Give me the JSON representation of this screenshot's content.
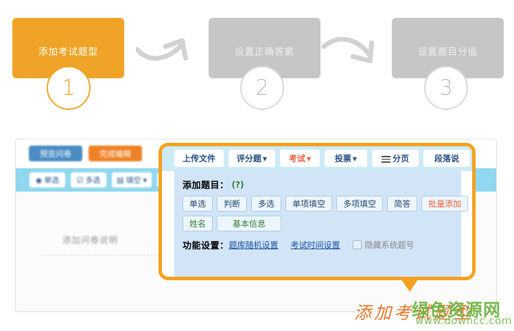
{
  "steps": [
    {
      "label": "添加考试题型",
      "number": "1",
      "state": "active"
    },
    {
      "label": "设置正确答案",
      "number": "2",
      "state": "inactive"
    },
    {
      "label": "设置题目分值",
      "number": "3",
      "state": "inactive"
    }
  ],
  "app": {
    "topbar": {
      "preview_label": "预览问卷",
      "finish_label": "完成编辑"
    },
    "toolbar": [
      {
        "label": "单选",
        "icon": "radio-icon"
      },
      {
        "label": "多选",
        "icon": "checkbox-icon"
      },
      {
        "label": "填空",
        "icon": "blank-icon"
      },
      {
        "label": "",
        "icon": "more-icon"
      }
    ],
    "body": {
      "description_placeholder": "添加问卷说明"
    }
  },
  "highlight": {
    "tabs": [
      {
        "label": "上传文件",
        "active": false,
        "caret": false,
        "icon": null
      },
      {
        "label": "评分题",
        "active": false,
        "caret": true,
        "icon": null
      },
      {
        "label": "考试",
        "active": true,
        "caret": true,
        "icon": null
      },
      {
        "label": "投票",
        "active": false,
        "caret": true,
        "icon": null
      },
      {
        "label": "分页",
        "active": false,
        "caret": false,
        "icon": "pagebreak-icon"
      },
      {
        "label": "段落说",
        "active": false,
        "caret": false,
        "icon": null
      }
    ],
    "add_question": {
      "title": "添加题目：",
      "hint": "(?)",
      "row1": [
        {
          "label": "单选",
          "style": "normal"
        },
        {
          "label": "判断",
          "style": "normal"
        },
        {
          "label": "多选",
          "style": "normal"
        },
        {
          "label": "单项填空",
          "style": "normal"
        },
        {
          "label": "多项填空",
          "style": "normal"
        },
        {
          "label": "简答",
          "style": "normal"
        },
        {
          "label": "批量添加",
          "style": "warn"
        }
      ],
      "row2": [
        {
          "label": "姓名",
          "style": "green"
        },
        {
          "label": "基本信息",
          "style": "green-wide"
        }
      ]
    },
    "function_settings": {
      "title": "功能设置：",
      "links": [
        "题库随机设置",
        "考试时间设置"
      ],
      "checkbox": {
        "label": "隐藏系统题号",
        "checked": false
      }
    }
  },
  "caption": "添加考试题型",
  "watermark": {
    "name": "绿色资源网",
    "url": "www.downcc.com"
  },
  "colors": {
    "accent_orange": "#efa427",
    "highlight_border": "#f5a01e",
    "step_gray": "#c6c6c6",
    "panel_blue": "#d2e5f7",
    "tabstrip_blue": "#cdeaf7",
    "link_blue": "#1a4fa0",
    "warn_orange": "#e8613c",
    "green": "#2e7d32",
    "watermark_green": "#6cb33f"
  }
}
